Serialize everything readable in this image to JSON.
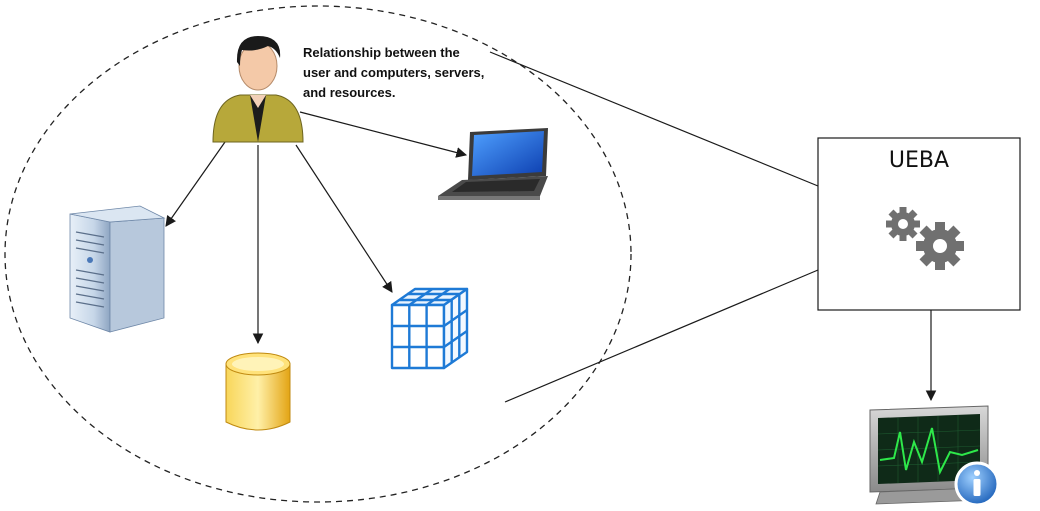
{
  "caption": {
    "line1": "Relationship between the",
    "line2": "user and computers, servers,",
    "line3": "and resources."
  },
  "ueba": {
    "title": "UEBA"
  },
  "colors": {
    "line": "#1a1a1a",
    "dashed_boundary": "#222222",
    "gear": "#707070",
    "cube": "#1e7ad6",
    "database": "#f2b81f",
    "laptop_screen": "#1f5fd0",
    "monitor_wave": "#2ee84a",
    "info_badge": "#2b6fc9",
    "user_shirt": "#b7a83a"
  },
  "icons": [
    "user-icon",
    "laptop-icon",
    "server-icon",
    "database-icon",
    "cube-icon",
    "gears-icon",
    "monitor-icon",
    "info-icon"
  ]
}
